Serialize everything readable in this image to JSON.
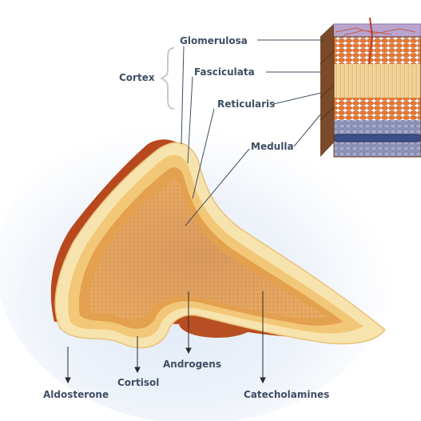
{
  "labels": {
    "cortex": "Cortex",
    "glomerulosa": "Glomerulosa",
    "fasciculata": "Fasciculata",
    "reticularis": "Reticularis",
    "medulla": "Medulla"
  },
  "products": {
    "aldosterone": "Aldosterone",
    "cortisol": "Cortisol",
    "androgens": "Androgens",
    "catecholamines": "Catecholamines"
  },
  "colors": {
    "label_text": "#3f4d63",
    "capsule_shadow": "#b8491f",
    "capsule": "#d9702e",
    "glomerulosa_band": "#f7e3ad",
    "fasciculata_band": "#f2c777",
    "reticularis_band": "#e3a04e",
    "medulla_core": "#d99a5e",
    "background_glow": "#dfe9f6",
    "vessel_blue": "#3c4f8a"
  }
}
